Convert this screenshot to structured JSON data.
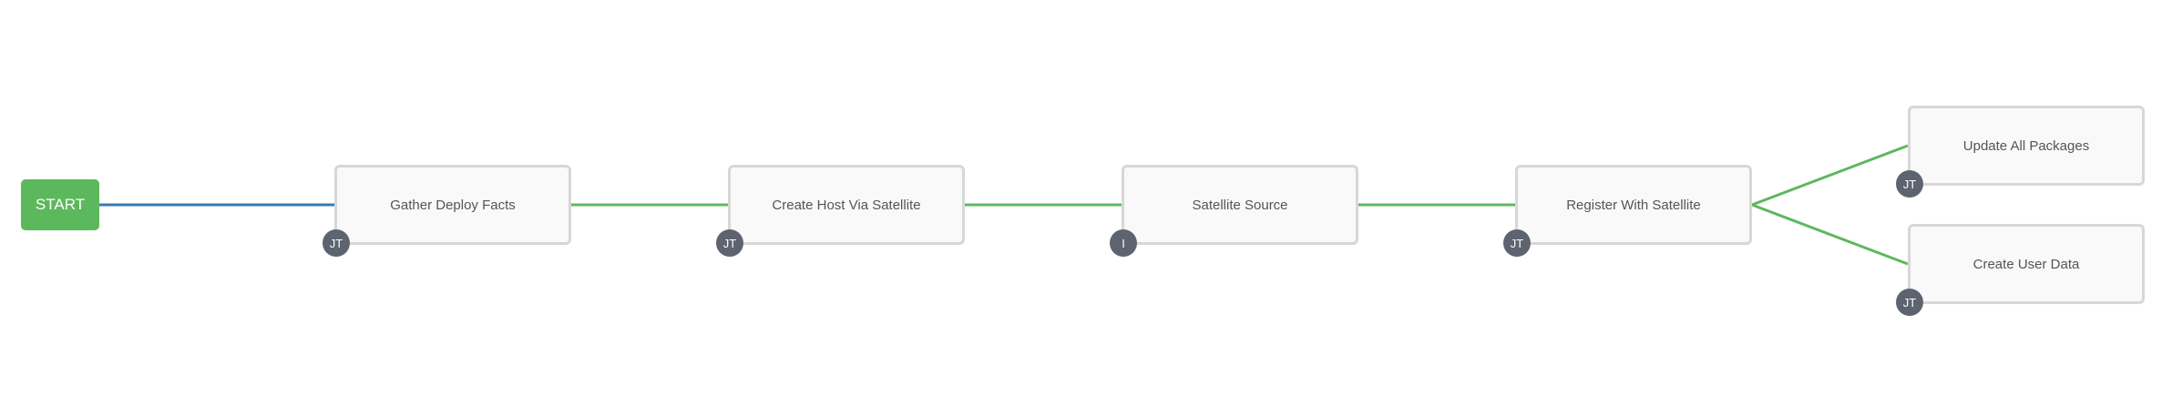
{
  "start": {
    "label": "START"
  },
  "nodes": [
    {
      "label": "Gather Deploy Facts",
      "badge": "JT"
    },
    {
      "label": "Create Host Via Satellite",
      "badge": "JT"
    },
    {
      "label": "Satellite Source",
      "badge": "I"
    },
    {
      "label": "Register With Satellite",
      "badge": "JT"
    },
    {
      "label": "Update All Packages",
      "badge": "JT"
    },
    {
      "label": "Create User Data",
      "badge": "JT"
    }
  ],
  "colors": {
    "start": "#5cb85c",
    "link_always": "#337ab7",
    "link_success": "#5cb85c",
    "node_border": "#d7d7d7",
    "badge": "#5d6470"
  }
}
